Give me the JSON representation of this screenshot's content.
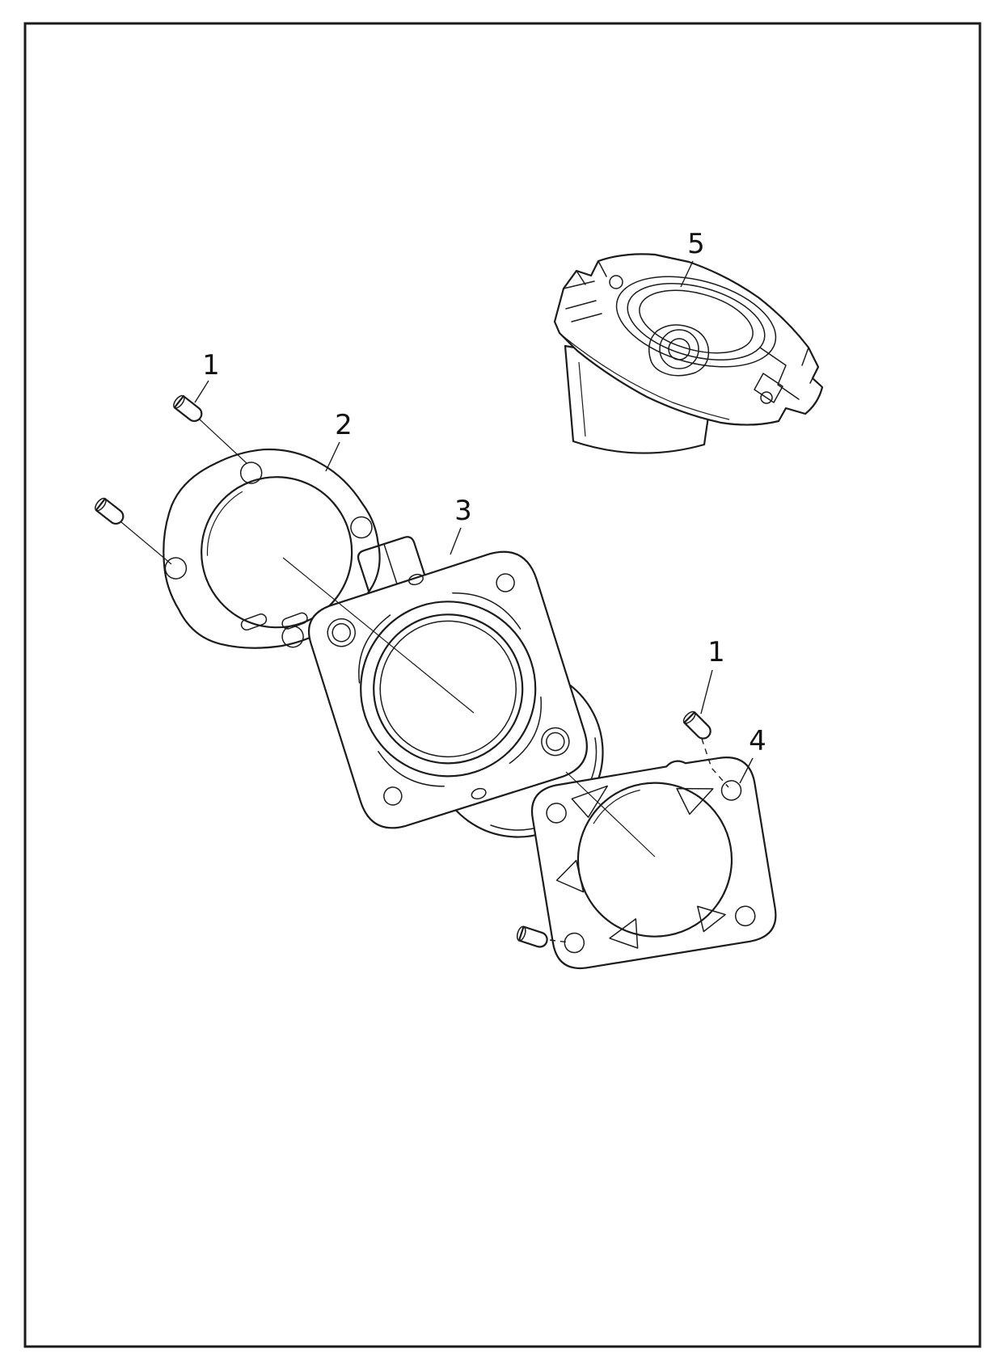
{
  "page": {
    "background": "#ffffff",
    "border_color": "#1b1b1b",
    "line_color": "#1b1b1b"
  },
  "diagram": {
    "type": "exploded-parts-diagram",
    "callouts": [
      {
        "label": "5"
      },
      {
        "label": "1"
      },
      {
        "label": "2"
      },
      {
        "label": "3"
      },
      {
        "label": "1"
      },
      {
        "label": "4"
      }
    ]
  }
}
